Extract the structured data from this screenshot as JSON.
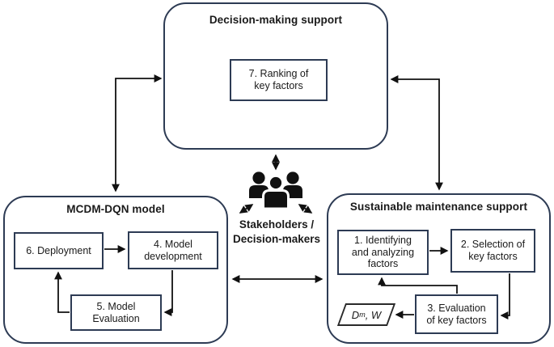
{
  "palette": {
    "box_border": "#2d3b54",
    "arrow": "#111111",
    "text": "#1a1a1a",
    "icon": "#111111",
    "background": "#ffffff"
  },
  "top_box": {
    "title": "Decision-making support",
    "steps": [
      {
        "label": "7. Ranking of\nkey factors"
      }
    ]
  },
  "left_box": {
    "title": "MCDM-DQN model",
    "steps": [
      {
        "label": "6. Deployment"
      },
      {
        "label": "4. Model\ndevelopment"
      },
      {
        "label": "5. Model\nEvaluation"
      }
    ]
  },
  "right_box": {
    "title": "Sustainable maintenance support",
    "steps": [
      {
        "label": "1. Identifying\nand analyzing\nfactors"
      },
      {
        "label": "2. Selection of\nkey factors"
      },
      {
        "label": "3. Evaluation\nof key factors"
      }
    ],
    "output": {
      "var1": "D",
      "sub1": "m",
      "rest": ", W"
    }
  },
  "center": {
    "line1": "Stakeholders /",
    "line2": "Decision-makers",
    "icon": "people-group-icon"
  },
  "edges": [
    {
      "from": "decision-making-support",
      "to": "mcdm-dqn-model",
      "style": "double-arrow"
    },
    {
      "from": "decision-making-support",
      "to": "sustainable-maintenance-support",
      "style": "double-arrow"
    },
    {
      "from": "mcdm-dqn-model",
      "to": "sustainable-maintenance-support",
      "style": "double-arrow"
    },
    {
      "from": "stakeholders",
      "to": "decision-making-support",
      "style": "double-arrow"
    },
    {
      "from": "stakeholders",
      "to": "mcdm-dqn-model",
      "style": "double-arrow"
    },
    {
      "from": "stakeholders",
      "to": "sustainable-maintenance-support",
      "style": "double-arrow"
    },
    {
      "from": "step-6-deployment",
      "to": "step-4-model-development",
      "style": "arrow"
    },
    {
      "from": "step-4-model-development",
      "to": "step-5-model-evaluation",
      "style": "arrow"
    },
    {
      "from": "step-5-model-evaluation",
      "to": "step-6-deployment",
      "style": "arrow"
    },
    {
      "from": "step-1-identifying-analyzing-factors",
      "to": "step-2-selection-key-factors",
      "style": "arrow"
    },
    {
      "from": "step-2-selection-key-factors",
      "to": "step-3-evaluation-key-factors",
      "style": "arrow"
    },
    {
      "from": "step-3-evaluation-key-factors",
      "to": "step-1-identifying-analyzing-factors",
      "style": "arrow"
    },
    {
      "from": "step-3-evaluation-key-factors",
      "to": "dm-w-output",
      "style": "arrow"
    }
  ]
}
